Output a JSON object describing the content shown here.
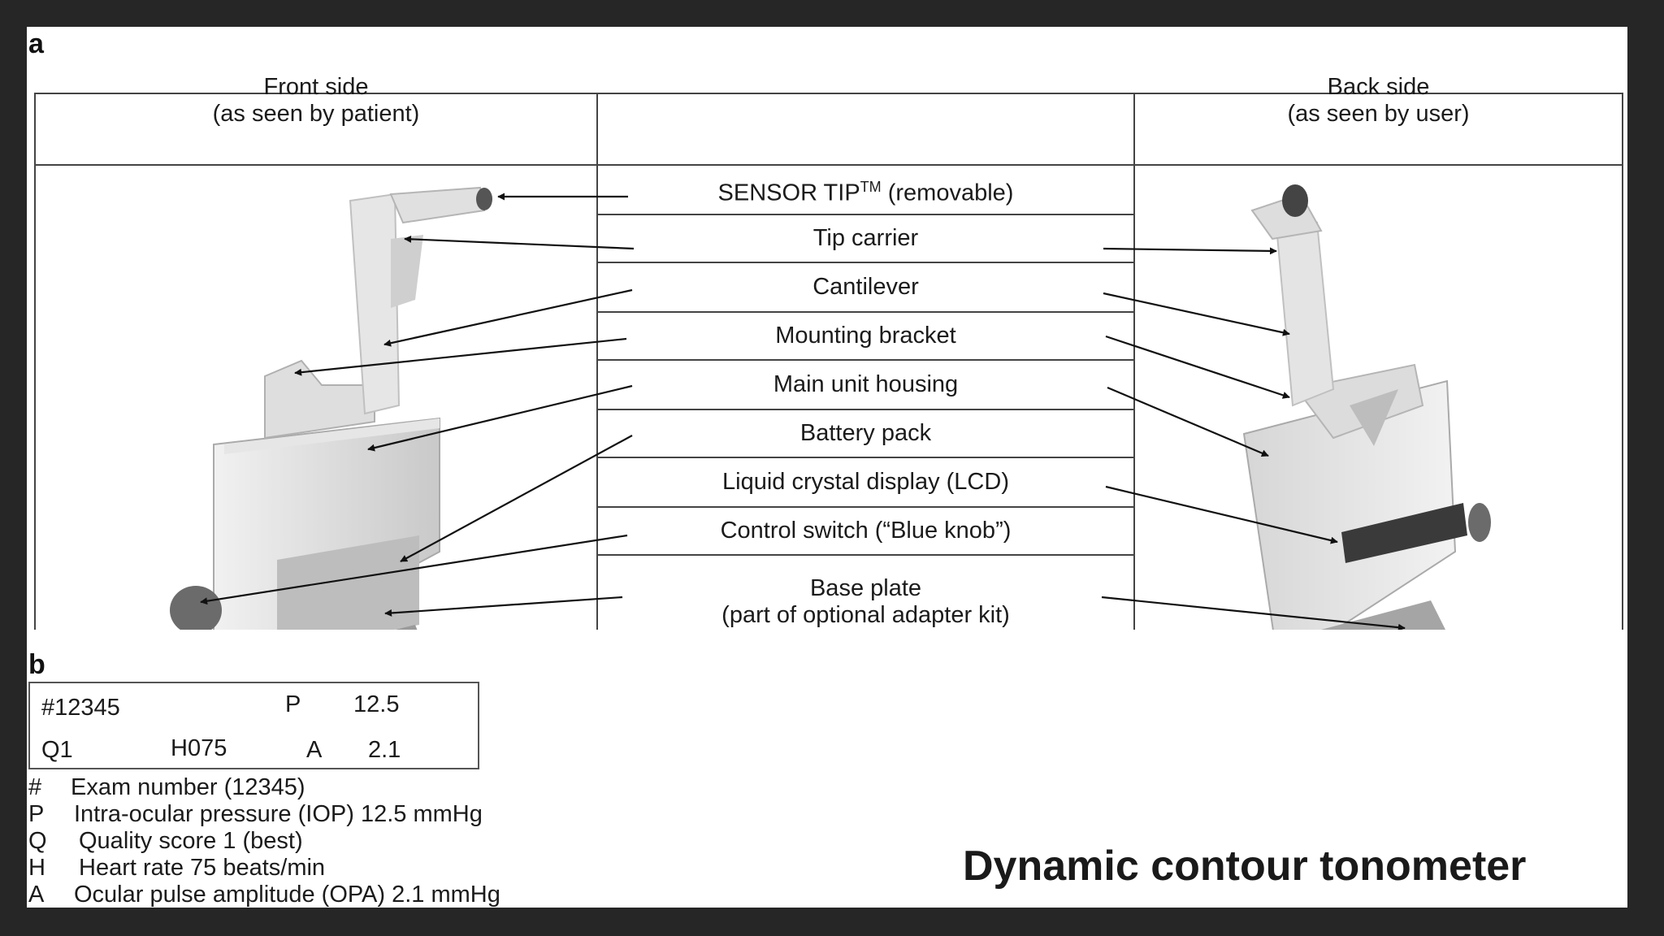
{
  "panel_a": {
    "label": "a",
    "front_header": [
      "Front side",
      "(as seen by patient)"
    ],
    "back_header": [
      "Back side",
      "(as seen by user)"
    ],
    "parts": [
      {
        "name": "SENSOR TIP",
        "sup": "TM",
        "suffix": " (removable)"
      },
      {
        "name": "Tip carrier"
      },
      {
        "name": "Cantilever"
      },
      {
        "name": "Mounting bracket"
      },
      {
        "name": "Main unit housing"
      },
      {
        "name": "Battery pack"
      },
      {
        "name": "Liquid crystal display (LCD)"
      },
      {
        "name": "Control switch (“Blue knob”)"
      },
      {
        "name": "Base plate",
        "line2": "(part of optional adapter kit)"
      }
    ]
  },
  "panel_b": {
    "label": "b",
    "display": {
      "exam": "#12345",
      "p_label": "P",
      "p_value": "12.5",
      "quality": "Q1",
      "heart": "H075",
      "a_label": "A",
      "a_value": "2.1"
    },
    "legend": [
      {
        "symbol": "#",
        "text": "Exam number (12345)"
      },
      {
        "symbol": "P",
        "text": "Intra-ocular pressure (IOP) 12.5 mmHg"
      },
      {
        "symbol": "Q",
        "text": "Quality score 1 (best)"
      },
      {
        "symbol": "H",
        "text": "Heart rate 75 beats/min"
      },
      {
        "symbol": "A",
        "text": "Ocular pulse amplitude (OPA) 2.1 mmHg"
      }
    ]
  },
  "caption": "Dynamic contour tonometer"
}
